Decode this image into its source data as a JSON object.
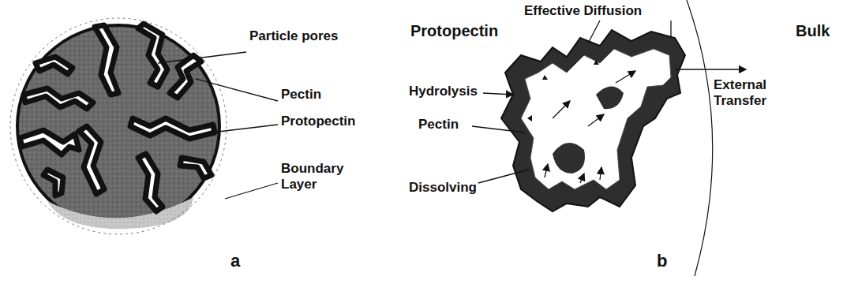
{
  "diagram": {
    "labels": [
      "Particle pores",
      "Pectin",
      "Protopectin",
      "Boundary Layer",
      "a",
      "Protopectin",
      "Effective Diffusion",
      "Bulk",
      "Hydrolysis",
      "Pectin",
      "Dissolving",
      "External Transfer",
      "b"
    ]
  }
}
